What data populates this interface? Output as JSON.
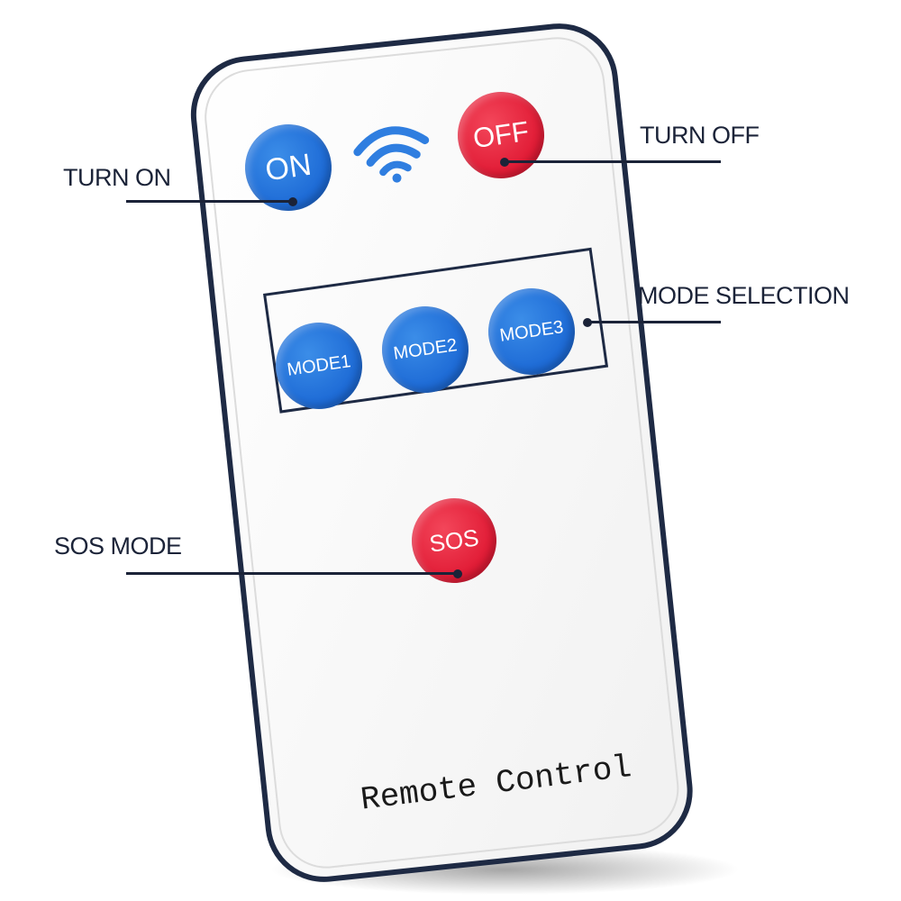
{
  "colors": {
    "blue_button": "#1e6bd6",
    "red_button": "#e11c36",
    "remote_outline": "#1e2a44",
    "label_text": "#1b2338"
  },
  "remote": {
    "brand_text": "Remote Control",
    "signal_icon": "wifi-icon",
    "buttons": {
      "on": "ON",
      "off": "OFF",
      "mode1": "MODE1",
      "mode2": "MODE2",
      "mode3": "MODE3",
      "sos": "SOS"
    }
  },
  "callouts": {
    "turn_on": "TURN ON",
    "turn_off": "TURN OFF",
    "mode_selection": "MODE SELECTION",
    "sos_mode": "SOS MODE"
  }
}
